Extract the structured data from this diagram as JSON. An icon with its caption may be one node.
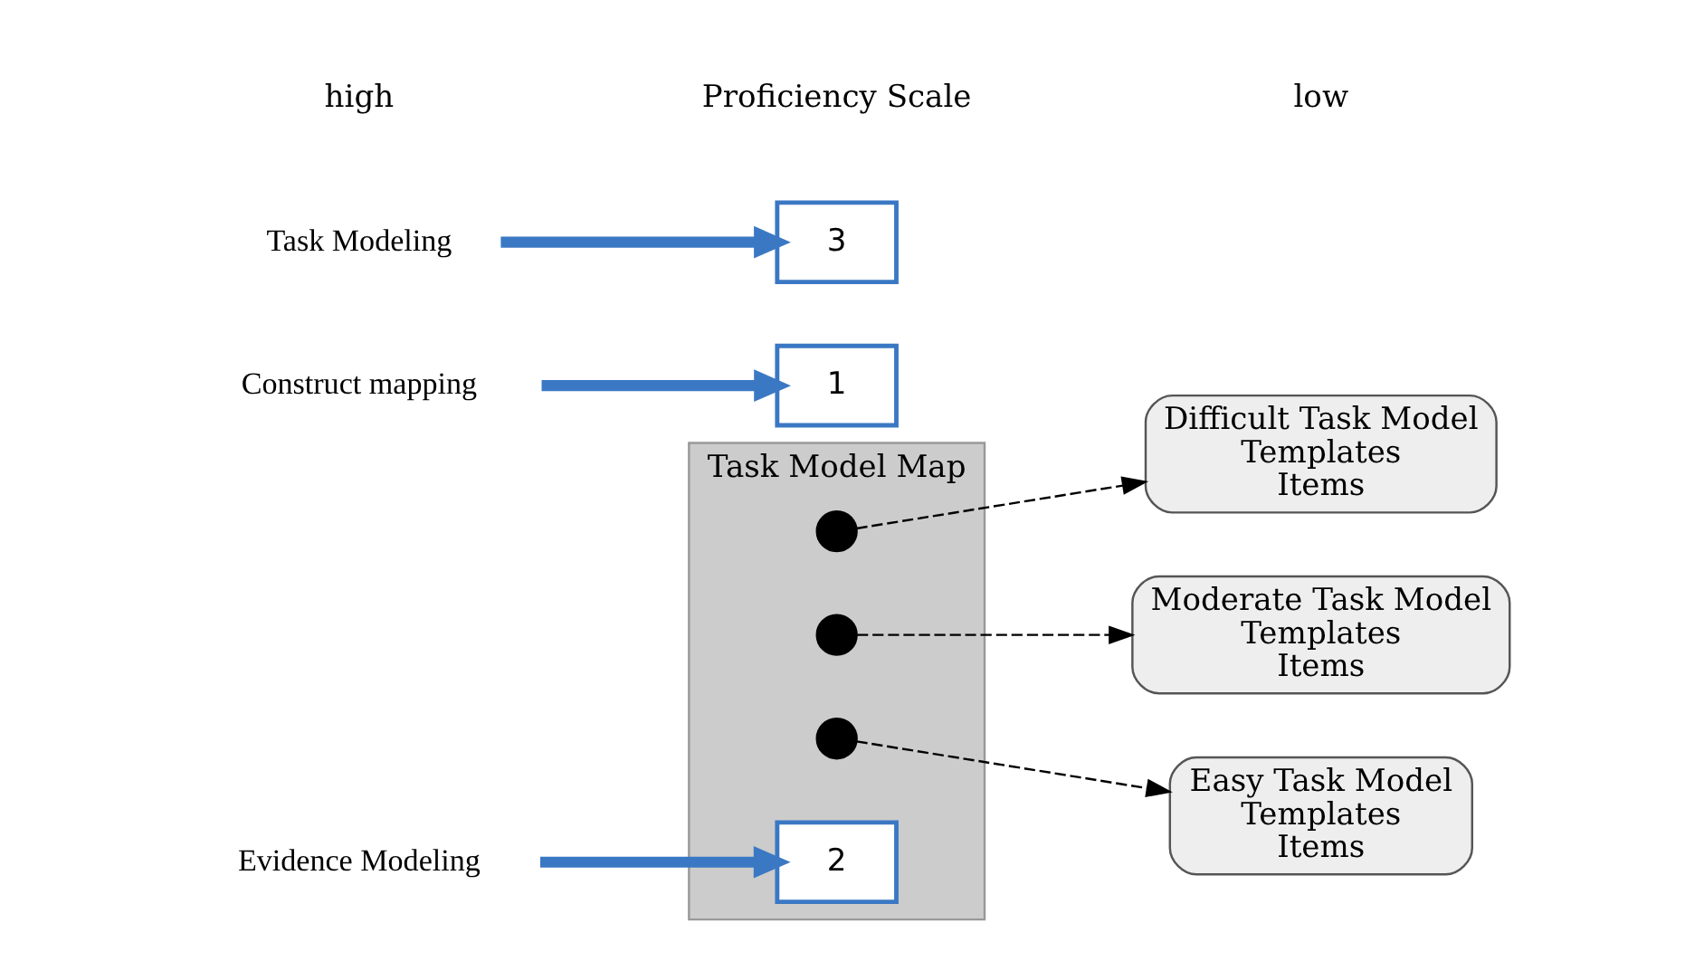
{
  "diagram": {
    "nodes": [
      {
        "text": [
          "Task Model Map"
        ]
      },
      {
        "text": [],
        "shape": "circle",
        "in": 0
      },
      {
        "text": [],
        "shape": "circle",
        "in": 0
      },
      {
        "text": [],
        "shape": "circle",
        "in": 0
      },
      {
        "text": [
          "Difficult Task Model",
          "Templates",
          "Items"
        ]
      },
      {
        "text": [
          "Moderate Task Model",
          "Templates",
          "Items"
        ]
      },
      {
        "text": [
          "Easy Task Model",
          "Templates",
          "Items"
        ]
      },
      {
        "text": [
          "1"
        ]
      },
      {
        "text": [
          "2"
        ],
        "in": 0
      },
      {
        "text": [
          "3"
        ]
      },
      {
        "text": [
          "Construct mapping"
        ]
      },
      {
        "text": [
          "Evidence Modeling"
        ]
      },
      {
        "text": [
          "Task Modeling"
        ]
      }
    ],
    "edges": [
      {
        "from": 1,
        "to": 4,
        "arrow": "to",
        "style": "dashed"
      },
      {
        "from": 2,
        "to": 5,
        "arrow": "to",
        "style": "dashed"
      },
      {
        "from": 3,
        "to": 6,
        "arrow": "to",
        "style": "dashed"
      },
      {
        "from": 10,
        "to": 7,
        "arrow": "to",
        "style": "thick",
        "color": "#3b78c4"
      },
      {
        "from": 11,
        "to": 8,
        "arrow": "to",
        "style": "thick",
        "color": "#3b78c4"
      },
      {
        "from": 12,
        "to": 9,
        "arrow": "to",
        "style": "thick",
        "color": "#3b78c4"
      }
    ],
    "labels": [
      "high",
      "Proficiency Scale",
      "low"
    ]
  }
}
